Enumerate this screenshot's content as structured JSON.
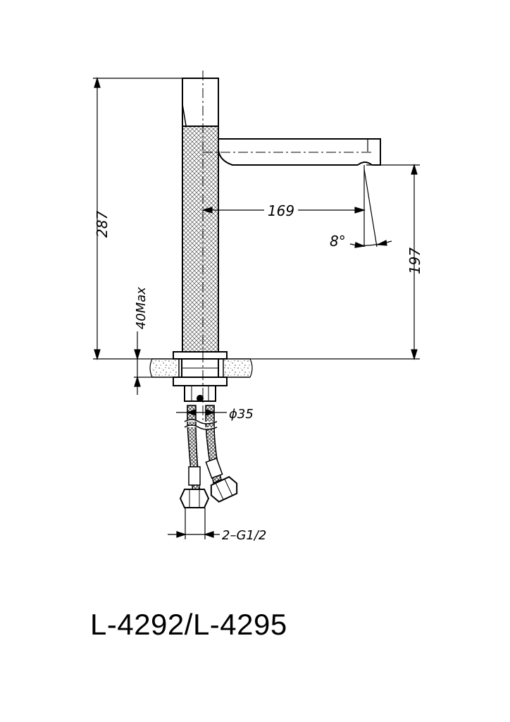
{
  "dimensions": {
    "total_height": "287",
    "spout_reach": "169",
    "spout_angle": "8°",
    "spout_height": "197",
    "deck_thickness": "40Max",
    "base_diameter": "ϕ35",
    "connection": "2–G1/2"
  },
  "title": "L-4292/L-4295"
}
